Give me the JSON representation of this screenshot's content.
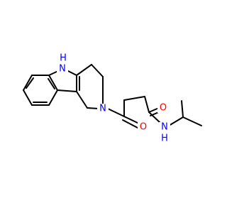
{
  "molecule": {
    "atom_labels": {
      "indole_nh": "H",
      "indole_n": "N",
      "ring_n": "N",
      "ketone_o": "O",
      "amide_o": "O",
      "amide_n": "N",
      "amide_nh": "H"
    },
    "colors": {
      "bond": "#000000",
      "nitrogen": "#0000ff",
      "oxygen": "#ff0000"
    }
  }
}
